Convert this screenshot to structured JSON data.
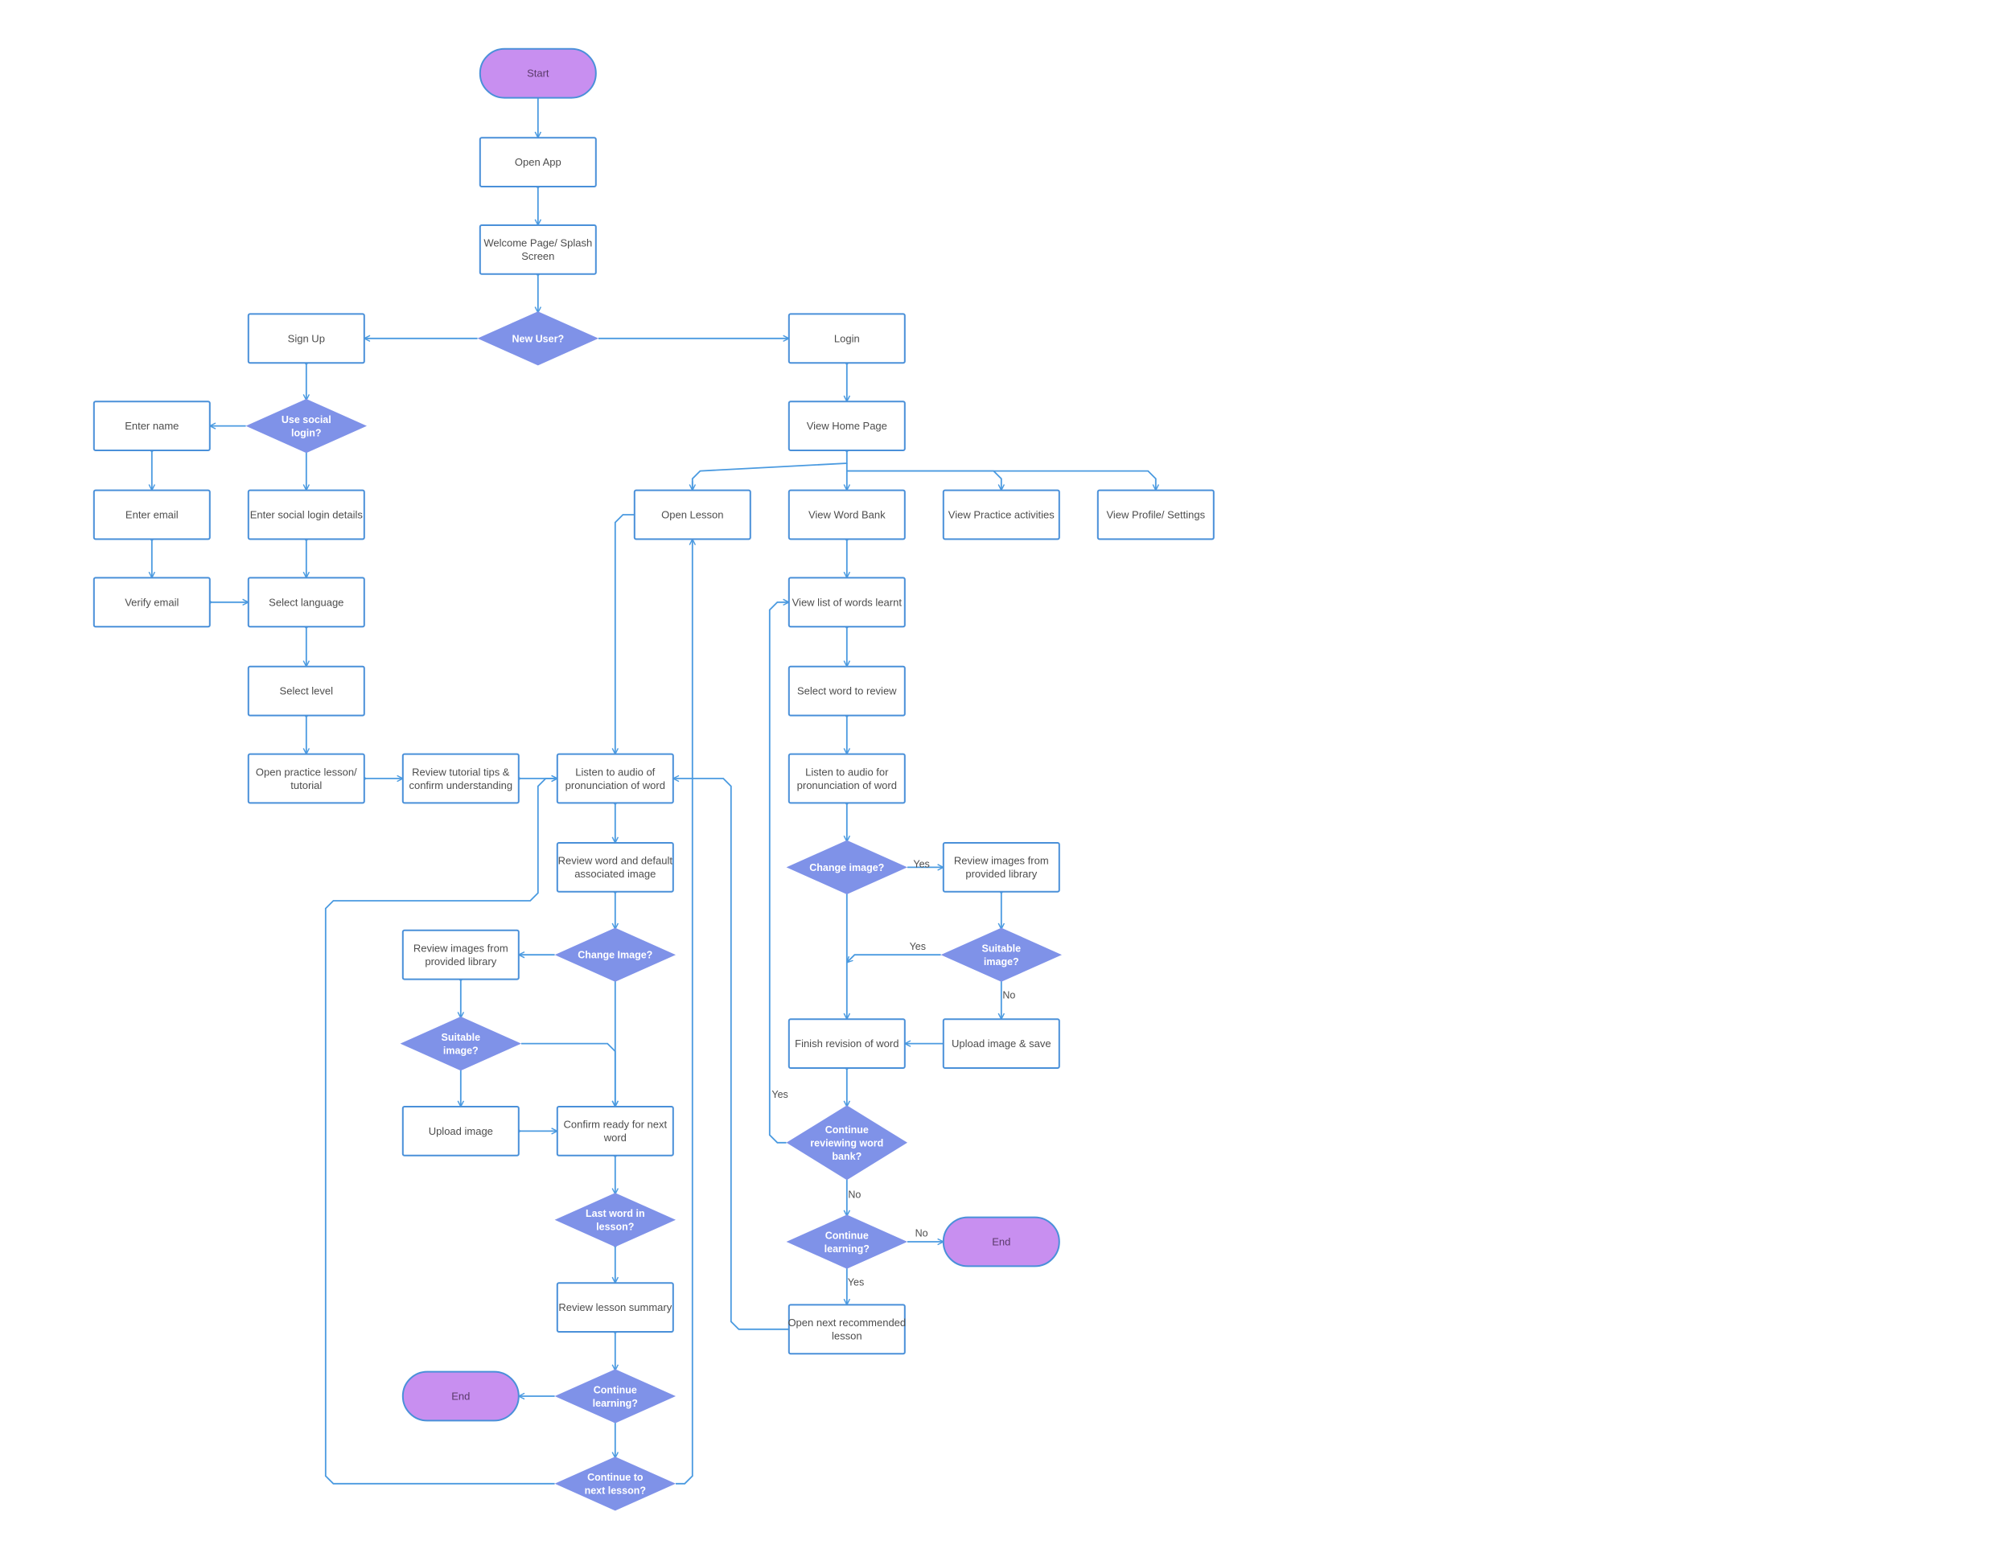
{
  "nodes": {
    "start": {
      "label": "Start"
    },
    "open_app": {
      "label": "Open App"
    },
    "welcome": {
      "label": "Welcome Page/ Splash Screen"
    },
    "new_user": {
      "label": "New User?"
    },
    "sign_up": {
      "label": "Sign Up"
    },
    "login": {
      "label": "Login"
    },
    "use_social": {
      "label": "Use social login?"
    },
    "enter_name": {
      "label": "Enter name"
    },
    "enter_email": {
      "label": "Enter email"
    },
    "verify_email": {
      "label": "Verify email"
    },
    "social_details": {
      "label": "Enter social login details"
    },
    "select_language": {
      "label": "Select language"
    },
    "select_level": {
      "label": "Select level"
    },
    "open_practice": {
      "label": "Open practice lesson/ tutorial"
    },
    "review_tips": {
      "label": "Review tutorial tips & confirm understanding"
    },
    "listen_lesson": {
      "label": "Listen to audio of pronunciation of word"
    },
    "review_word_default": {
      "label": "Review word and default associated image"
    },
    "change_image_l": {
      "label": "Change Image?"
    },
    "review_images_l": {
      "label": "Review images from provided library"
    },
    "suitable_l": {
      "label": "Suitable image?"
    },
    "upload_image_l": {
      "label": "Upload image"
    },
    "confirm_next": {
      "label": "Confirm ready for next word"
    },
    "last_word": {
      "label": "Last word in lesson?"
    },
    "lesson_summary": {
      "label": "Review lesson summary"
    },
    "continue_learning_l": {
      "label": "Continue learning?"
    },
    "end_l": {
      "label": "End"
    },
    "continue_next_lesson": {
      "label": "Continue to next lesson?"
    },
    "view_home": {
      "label": "View Home Page"
    },
    "open_lesson": {
      "label": "Open Lesson"
    },
    "view_word_bank": {
      "label": "View Word Bank"
    },
    "view_practice": {
      "label": "View Practice activities"
    },
    "view_profile": {
      "label": "View Profile/ Settings"
    },
    "view_list": {
      "label": "View list of words learnt"
    },
    "select_word": {
      "label": "Select word to review"
    },
    "listen_review": {
      "label": "Listen to audio for pronunciation of word"
    },
    "change_image_r": {
      "label": "Change image?"
    },
    "review_images_r": {
      "label": "Review images from provided library"
    },
    "suitable_r": {
      "label": "Suitable image?"
    },
    "upload_save": {
      "label": "Upload image & save"
    },
    "finish_revision": {
      "label": "Finish revision of word"
    },
    "continue_reviewing": {
      "label": "Continue reviewing word bank?"
    },
    "continue_learning_r": {
      "label": "Continue learning?"
    },
    "end_r": {
      "label": "End"
    },
    "open_next": {
      "label": "Open next recommended lesson"
    }
  },
  "edge_labels": {
    "yes_change_r": "Yes",
    "yes_suitable_r": "Yes",
    "no_suitable_r": "No",
    "yes_continue_reviewing": "Yes",
    "no_continue_reviewing": "No",
    "no_continue_learning_r": "No",
    "yes_continue_learning_r": "Yes"
  },
  "colors": {
    "rect_fill": "#ffffff",
    "border": "#4a90d9",
    "decision_fill": "#7f92e8",
    "terminal_fill": "#c88ff0",
    "edge": "#4a9ae0"
  }
}
